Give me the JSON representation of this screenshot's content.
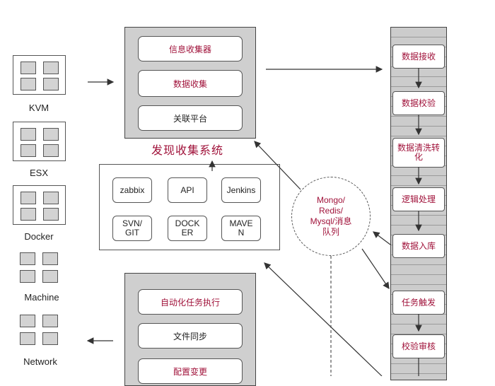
{
  "hosts": [
    {
      "label": "KVM"
    },
    {
      "label": "ESX"
    },
    {
      "label": "Docker"
    },
    {
      "label": "Machine"
    },
    {
      "label": "Network"
    }
  ],
  "collect_system": {
    "title": "发现收集系统",
    "items": [
      "信息收集器",
      "数据收集",
      "关联平台"
    ]
  },
  "tools": [
    "zabbix",
    "API",
    "Jenkins",
    "SVN/\nGIT",
    "DOCK\nER",
    "MAVE\nN"
  ],
  "exec_system": {
    "items": [
      "自动化任务执行",
      "文件同步",
      "配置变更"
    ]
  },
  "queue": {
    "label": "Mongo/\nRedis/\nMysql/消息\n队列"
  },
  "pipeline": {
    "steps": [
      "数据接收",
      "数据校验",
      "数据清洗转\n化",
      "逻辑处理",
      "数据入库",
      "任务触发",
      "校验审核"
    ]
  },
  "colors": {
    "accent": "#a0123a",
    "panel": "#cfcfcf"
  }
}
